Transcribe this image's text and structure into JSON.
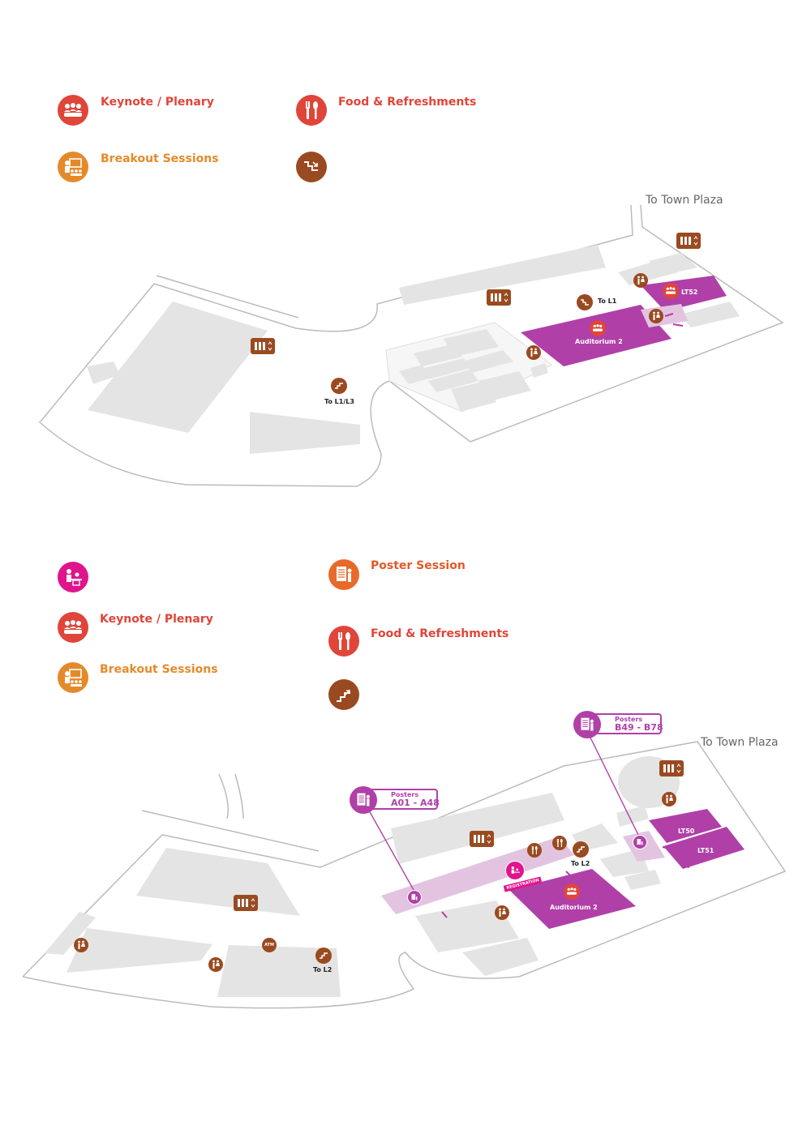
{
  "legend_top": {
    "keynote_label": "Keynote / Plenary",
    "breakout_label": "Breakout Sessions",
    "food_label": "Food & Refreshments"
  },
  "map_top": {
    "to_town_plaza": "To Town Plaza",
    "lt52": "LT52",
    "auditorium2": "Auditorium 2",
    "to_l1": "To L1",
    "to_l1_l3": "To L1/L3"
  },
  "legend_bottom": {
    "poster_label": "Poster Session",
    "keynote_label": "Keynote / Plenary",
    "food_label": "Food & Refreshments",
    "breakout_label": "Breakout Sessions"
  },
  "map_bottom": {
    "to_town_plaza": "To Town Plaza",
    "posters_a_small": "Posters",
    "posters_a_range": "A01 - A48",
    "posters_b_small": "Posters",
    "posters_b_range": "B49 - B78",
    "lt50": "LT50",
    "lt51": "LT51",
    "auditorium2": "Auditorium 2",
    "registration": "REGISTRATION",
    "to_l2_right": "To L2",
    "to_l2_left": "To L2",
    "atm": "ATM"
  },
  "colors": {
    "keynote": "#e0453a",
    "breakout": "#e58a2a",
    "food": "#e0453a",
    "stairs": "#9a4a20",
    "registration": "#e0148c",
    "poster": "#e86a2a",
    "venue": "#b040a8",
    "venue_light": "#e2c4e0",
    "building": "#e4e4e4"
  },
  "icons": [
    "keynote-icon",
    "breakout-icon",
    "food-icon",
    "stairs-icon",
    "registration-icon",
    "poster-icon",
    "lift-icon",
    "toilet-icon",
    "atm-icon"
  ]
}
